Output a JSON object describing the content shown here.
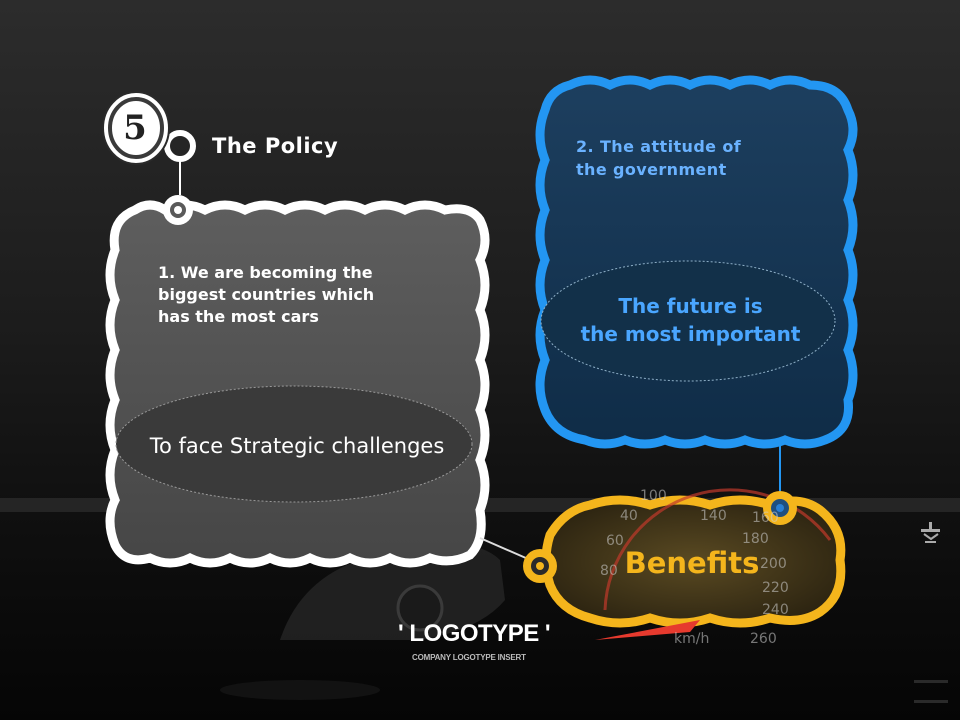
{
  "step": {
    "number": "5",
    "title": "The Policy"
  },
  "left_card": {
    "text": "1. We are becoming the biggest countries which has the most cars",
    "oval_text": "To  face Strategic challenges"
  },
  "right_card": {
    "text_line1": "2. The attitude of",
    "text_line2": "the government",
    "oval_line1": "The future is",
    "oval_line2": "the most important"
  },
  "benefits": {
    "label": "Benefits"
  },
  "speedometer": {
    "ticks": [
      "40",
      "60",
      "80",
      "100",
      "140",
      "160",
      "180",
      "200",
      "220",
      "240",
      "260"
    ],
    "unit": "km/h"
  },
  "logo": {
    "main": "' LOGOTYPE '",
    "sub": "COMPANY LOGOTYPE INSERT"
  },
  "colors": {
    "left_card": "#5a5a5a",
    "right_card": "#13324f",
    "right_border": "#2396f2",
    "benefits_border": "#f4b51c",
    "accent_text_blue": "#4aa6ff"
  },
  "icons": {
    "nav": "double-chevron-down-icon"
  }
}
